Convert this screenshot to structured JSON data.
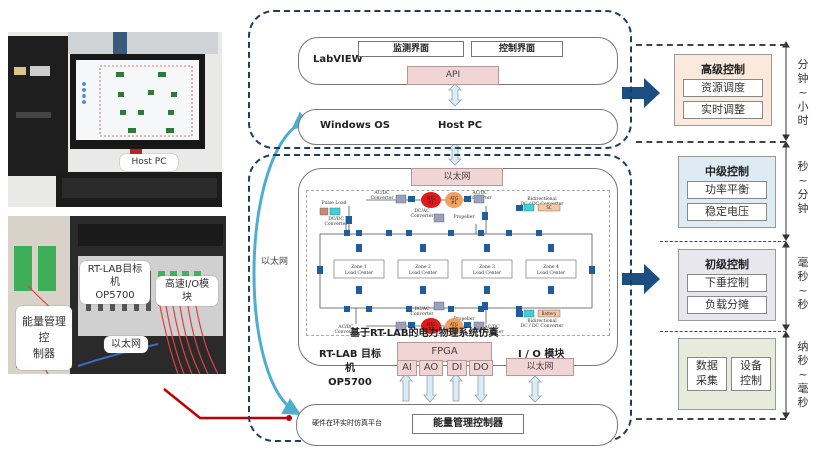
{
  "photos": {
    "host_pc_label": "Host PC",
    "rtlab_label_line1": "RT-LAB目标机",
    "rtlab_label_line2": "OP5700",
    "io_module_label": "高速I/O模块",
    "energy_ctrl_line1": "能量管理控",
    "energy_ctrl_line2": "制器",
    "ethernet_label": "以太网"
  },
  "left_link_label": "以太网",
  "host": {
    "labview": "LabVIEW",
    "monitor_ui": "监测界面",
    "control_ui": "控制界面",
    "api": "API",
    "windows_os": "Windows OS",
    "host_pc": "Host PC"
  },
  "target": {
    "ethernet_top": "以太网",
    "sim_caption": "基于RT-LAB的电力物理系统仿真",
    "rtlab_line1": "RT-LAB 目标机",
    "rtlab_line2": "OP5700",
    "fpga": "FPGA",
    "channels": [
      "AI",
      "AO",
      "DI",
      "DO"
    ],
    "io_module": "I / O 模块",
    "io_ethernet": "以太网"
  },
  "hil": {
    "platform_label": "硬件在环实时仿真平台",
    "energy_controller": "能量管理控制器"
  },
  "circuit": {
    "zones": [
      "Zone 1\nLoad Center",
      "Zone 2\nLoad Center",
      "Zone 3\nLoad Center",
      "Zone 4\nLoad Center"
    ],
    "labels": {
      "pulse_load": "Pulse Load",
      "dcdc": "DC/DC\nConverter",
      "acdc": "AC/DC\nConverter",
      "dcac": "DC/AC\nConverter",
      "propeller": "Propeller",
      "bidir": "Bidirectional\nDC / DC Converter",
      "sc": "SC",
      "battery": "Battery",
      "mtg1": "MTG\n#1",
      "atg1": "ATG\n#1",
      "mtg2": "MTG\n#2",
      "atg2": "ATG\n#2"
    }
  },
  "levels": [
    {
      "title": "高级控制",
      "items": [
        "资源调度",
        "实时调整"
      ],
      "timescale": [
        "分",
        "钟",
        "~",
        "小",
        "时"
      ],
      "color": "#fbe9dd"
    },
    {
      "title": "中级控制",
      "items": [
        "功率平衡",
        "稳定电压"
      ],
      "timescale": [
        "秒",
        "~",
        "分",
        "钟"
      ],
      "color": "#deebf3"
    },
    {
      "title": "初级控制",
      "items": [
        "下垂控制",
        "负载分摊"
      ],
      "timescale": [
        "毫",
        "秒",
        "~",
        "秒"
      ],
      "color": "#e8e6ef"
    },
    {
      "title": "",
      "items": [
        "数据\n采集",
        "设备\n控制"
      ],
      "timescale": [
        "纳",
        "秒",
        "~",
        "毫",
        "秒"
      ],
      "color": "#e6ebdb"
    }
  ],
  "colors": {
    "frame": "#1f3d63",
    "arrow_navy": "#1b4f82",
    "ethernet_curve": "#4eaed0",
    "red_link": "#c00000",
    "pink_box": "#f1d5d4"
  }
}
